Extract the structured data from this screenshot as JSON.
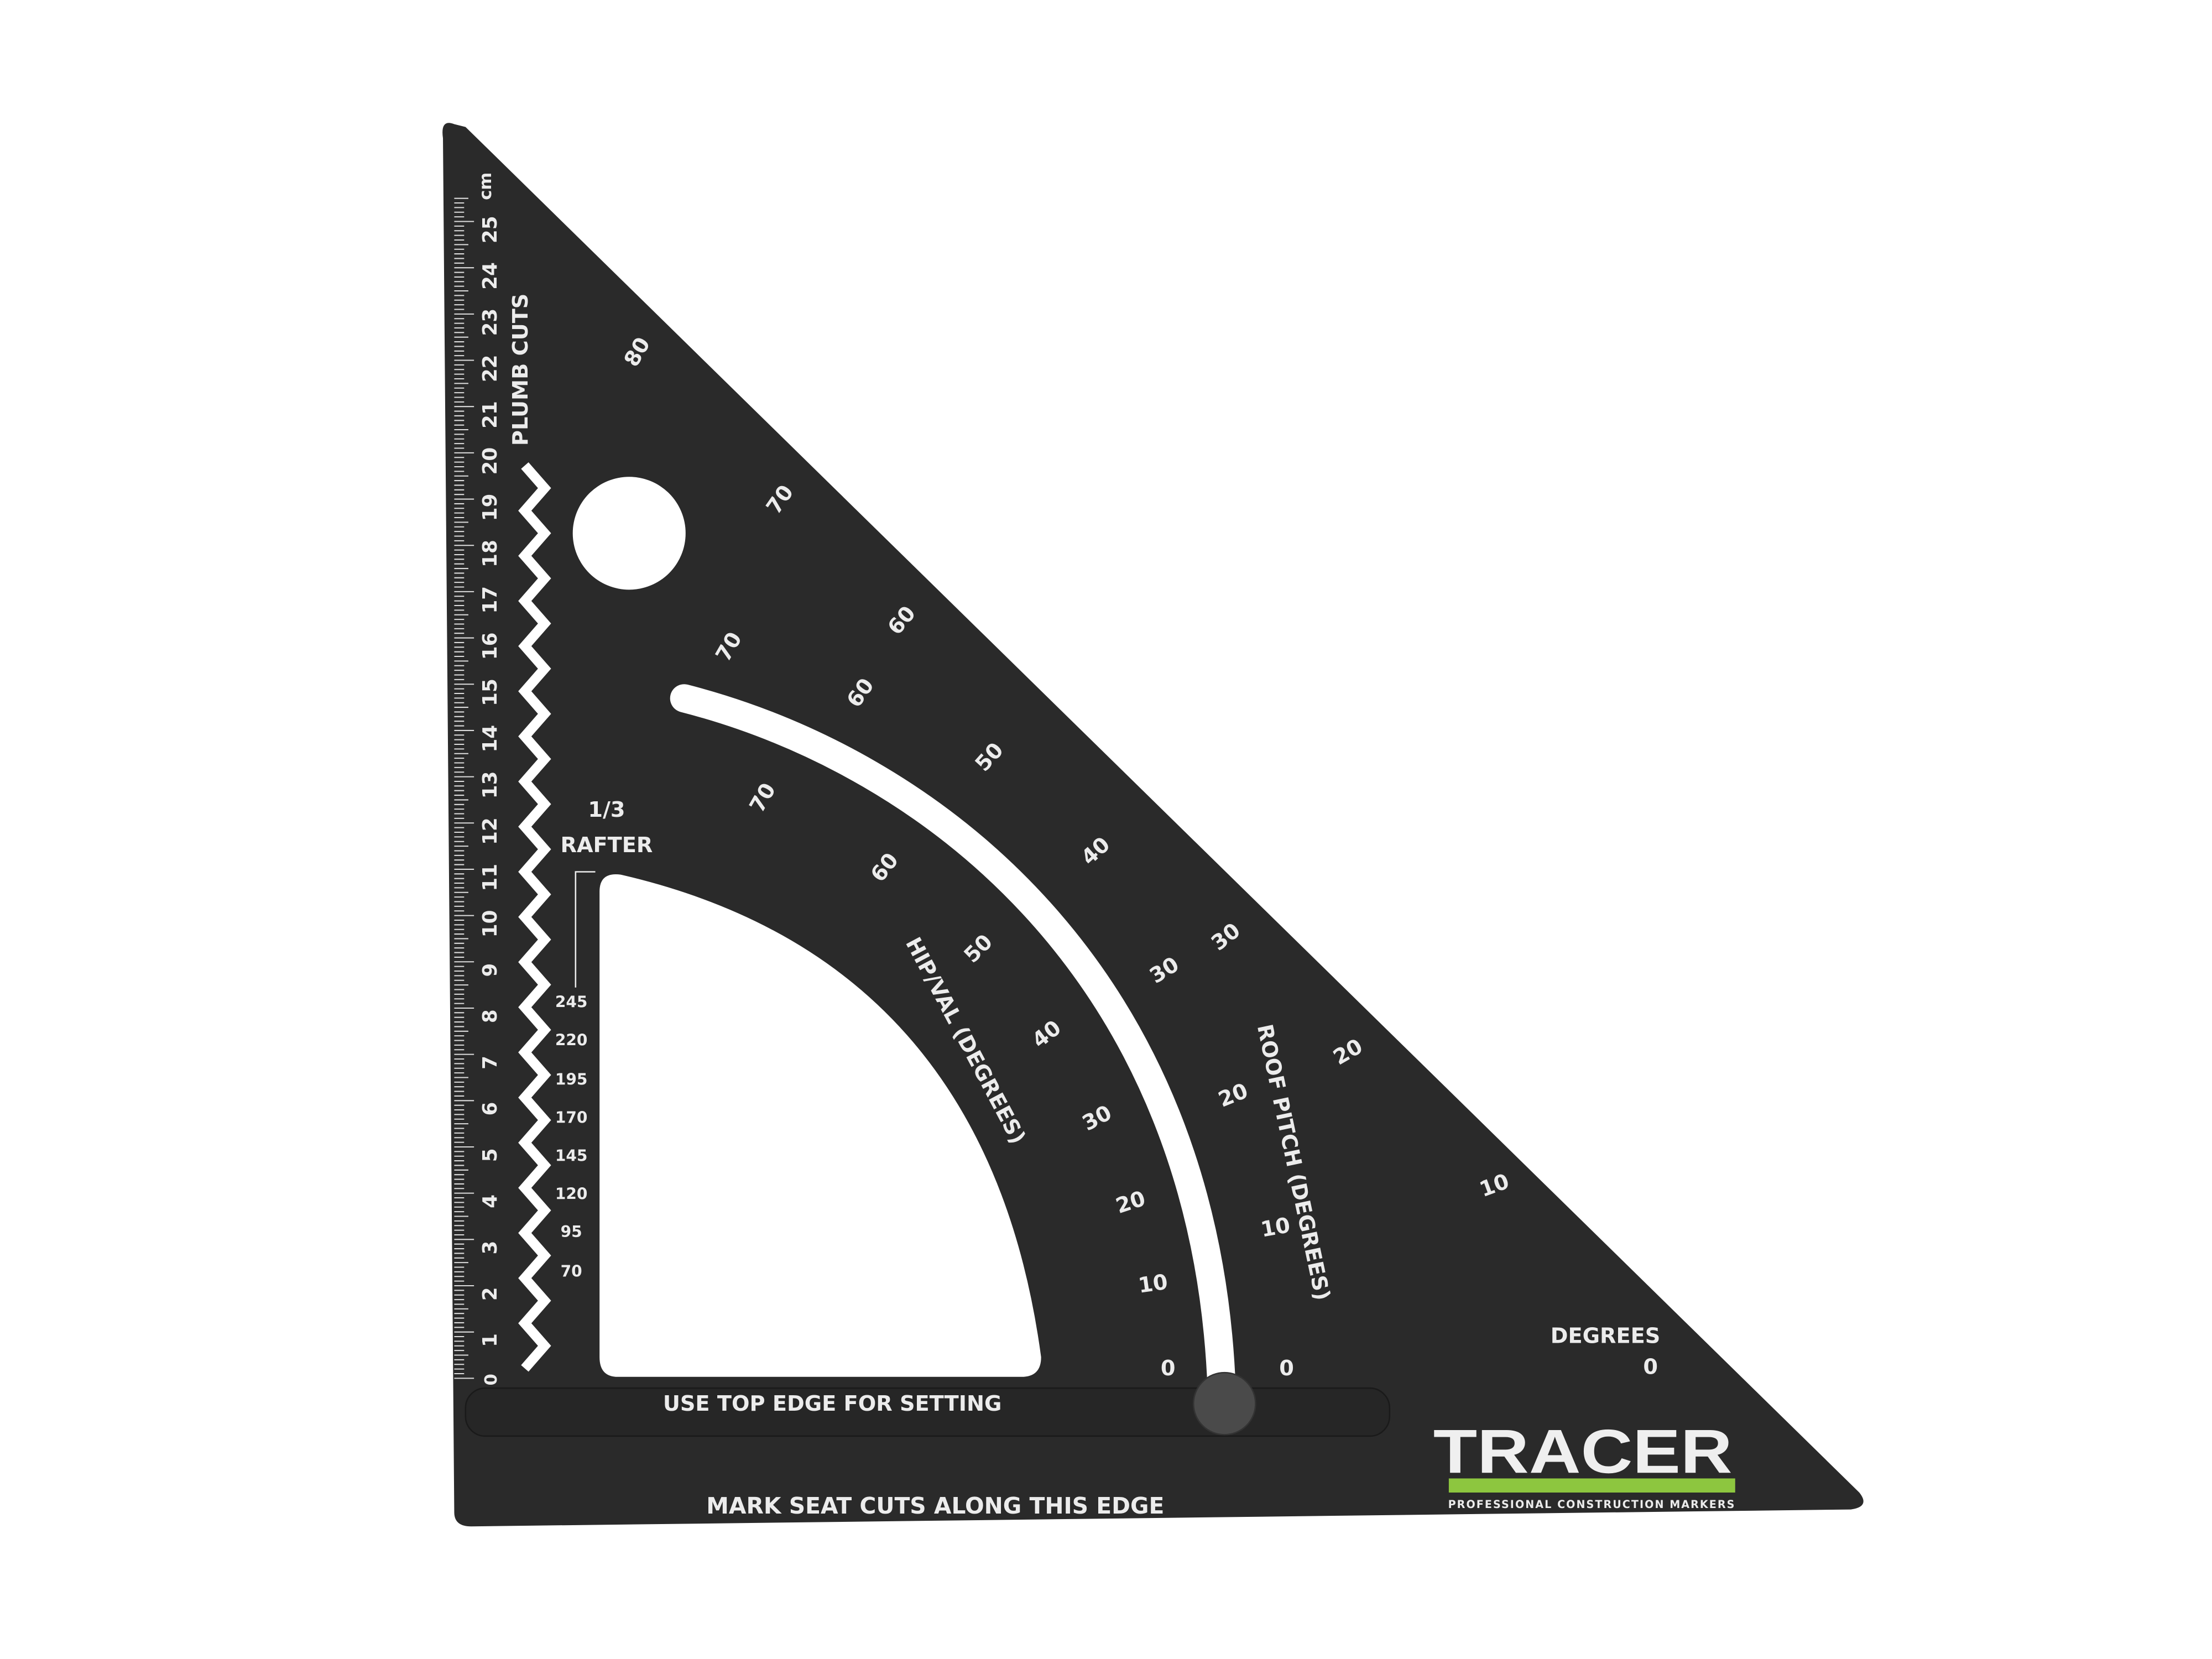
{
  "colors": {
    "body": "#2a2a2a",
    "print": "#ececec",
    "accent": "#8dc63f",
    "knob": "#4a4a4a"
  },
  "ruler": {
    "unit": "cm",
    "numbers": [
      "1",
      "2",
      "3",
      "4",
      "5",
      "6",
      "7",
      "8",
      "9",
      "10",
      "11",
      "12",
      "13",
      "14",
      "15",
      "16",
      "17",
      "18",
      "19",
      "20",
      "21",
      "22",
      "23",
      "24",
      "25"
    ],
    "zero": "0"
  },
  "plumb_cuts": "PLUMB CUTS",
  "rafter": {
    "line1": "1/3",
    "line2": "RAFTER",
    "values": [
      "245",
      "220",
      "195",
      "170",
      "145",
      "120",
      "95",
      "70"
    ]
  },
  "degrees_scale": {
    "label": "DEGREES",
    "values": [
      "80",
      "70",
      "60",
      "30",
      "20",
      "10",
      "0"
    ]
  },
  "roof_pitch": {
    "label": "ROOF PITCH (DEGREES)",
    "values": [
      "70",
      "60",
      "50",
      "40",
      "30",
      "20",
      "10",
      "0"
    ]
  },
  "hip_val": {
    "label": "HIP/VAL (DEGREES)",
    "values": [
      "70",
      "60",
      "50",
      "40",
      "30",
      "20",
      "10",
      "0"
    ]
  },
  "slider_text": "USE TOP EDGE FOR SETTING",
  "base_text": "MARK SEAT CUTS ALONG THIS EDGE",
  "logo": {
    "brand": "TRACER",
    "tagline": "PROFESSIONAL CONSTRUCTION MARKERS"
  }
}
